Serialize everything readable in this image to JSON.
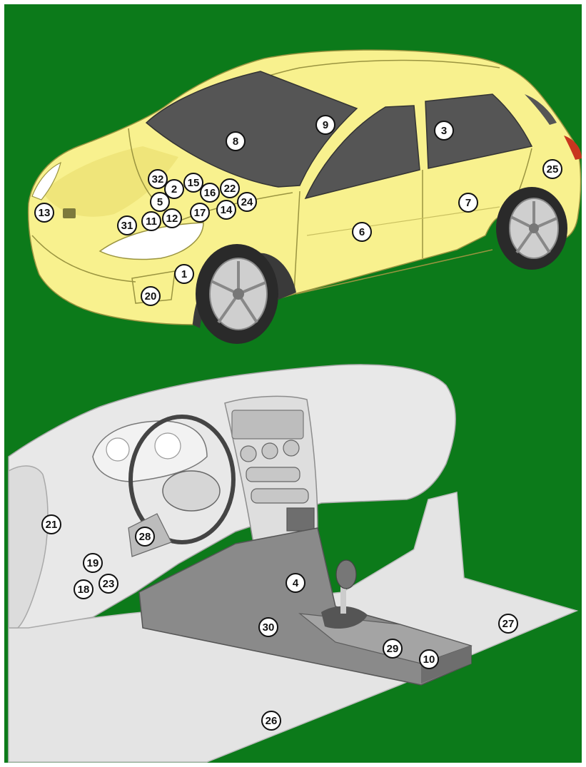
{
  "colors": {
    "background": "#0c7a1a",
    "car_body": "#f8f18e",
    "car_body_shade": "#e8de6a",
    "glass": "#555555",
    "tire": "#2a2a2a",
    "interior_light": "#e4e4e4",
    "interior_mid": "#cfcfcf",
    "console": "#8a8a8a",
    "console_dark": "#6e6e6e",
    "callout_fill": "#ffffff",
    "callout_stroke": "#111111"
  },
  "figures": [
    {
      "name": "car-exterior",
      "subject": "hatchback-car"
    },
    {
      "name": "car-interior",
      "subject": "dashboard-and-floor"
    }
  ],
  "callouts_exterior": [
    "1",
    "2",
    "3",
    "5",
    "6",
    "7",
    "8",
    "9",
    "11",
    "12",
    "13",
    "14",
    "15",
    "16",
    "17",
    "20",
    "22",
    "24",
    "25",
    "31",
    "32"
  ],
  "callouts_interior": [
    "4",
    "10",
    "18",
    "19",
    "21",
    "23",
    "26",
    "27",
    "28",
    "29",
    "30"
  ]
}
